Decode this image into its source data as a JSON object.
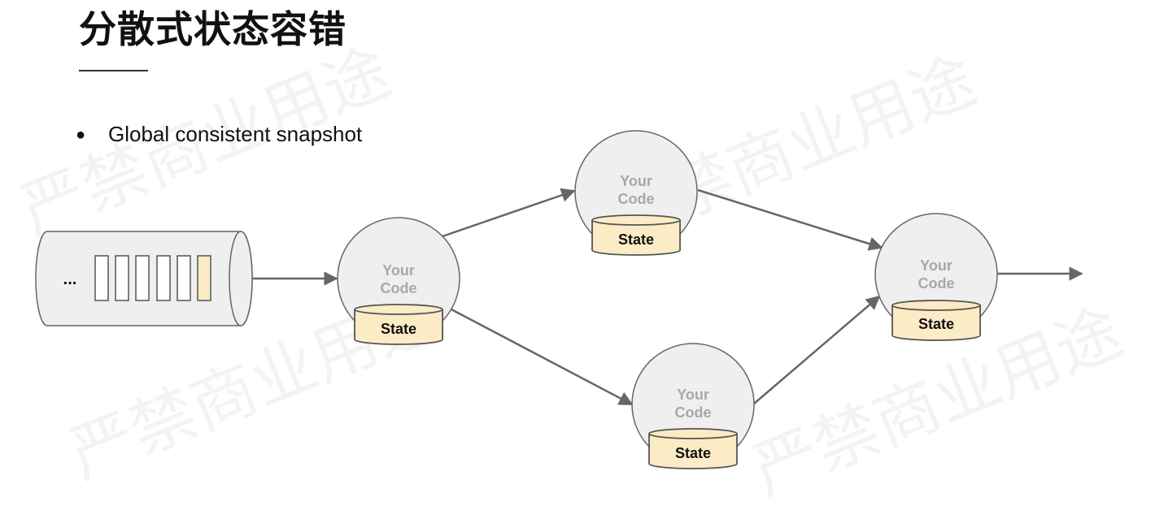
{
  "title": "分散式状态容错",
  "bullet": "Global consistent snapshot",
  "watermark": "严禁商业用途",
  "queue": {
    "ellipsis": "..."
  },
  "nodes": [
    {
      "line1": "Your",
      "line2": "Code",
      "state": "State"
    },
    {
      "line1": "Your",
      "line2": "Code",
      "state": "State"
    },
    {
      "line1": "Your",
      "line2": "Code",
      "state": "State"
    },
    {
      "line1": "Your",
      "line2": "Code",
      "state": "State"
    }
  ],
  "colors": {
    "node_fill": "#efefef",
    "node_stroke": "#666666",
    "state_fill": "#fcecc6",
    "arrow": "#666666",
    "highlight_slot": "#fcecc6"
  }
}
